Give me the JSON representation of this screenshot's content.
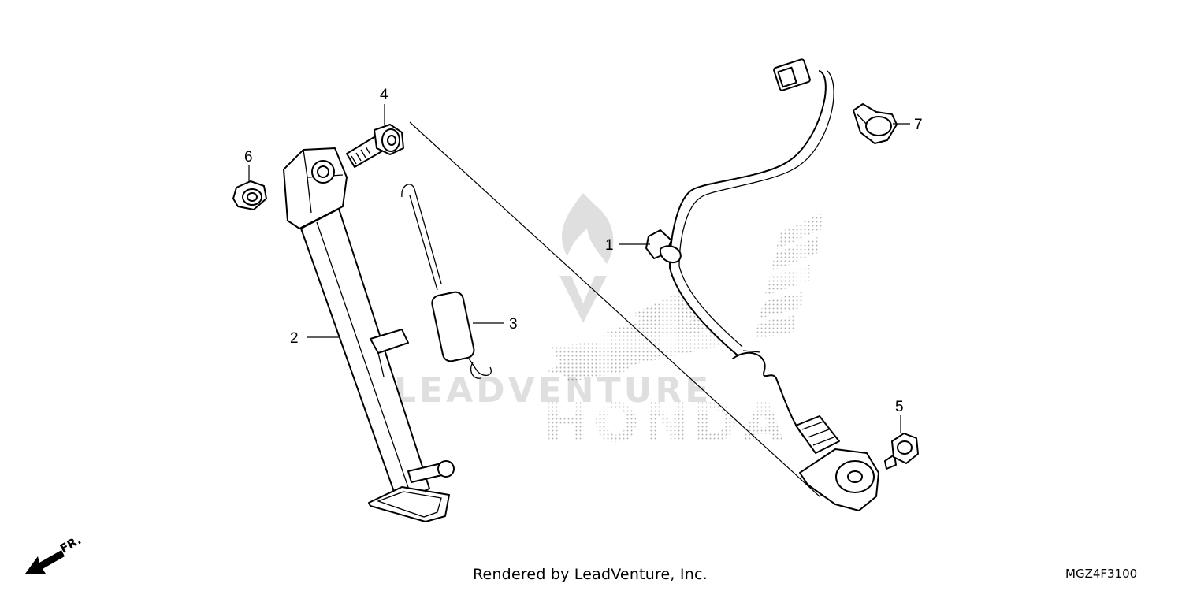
{
  "diagram": {
    "brand_watermark": "HONDA",
    "watermark_text": "LEADVENTURE",
    "direction_label": "FR.",
    "callouts": [
      {
        "id": "1",
        "label": "1"
      },
      {
        "id": "2",
        "label": "2"
      },
      {
        "id": "3",
        "label": "3"
      },
      {
        "id": "4",
        "label": "4"
      },
      {
        "id": "5",
        "label": "5"
      },
      {
        "id": "6",
        "label": "6"
      },
      {
        "id": "7",
        "label": "7"
      }
    ]
  },
  "footer": {
    "credit": "Rendered by LeadVenture, Inc.",
    "diagram_code": "MGZ4F3100"
  }
}
